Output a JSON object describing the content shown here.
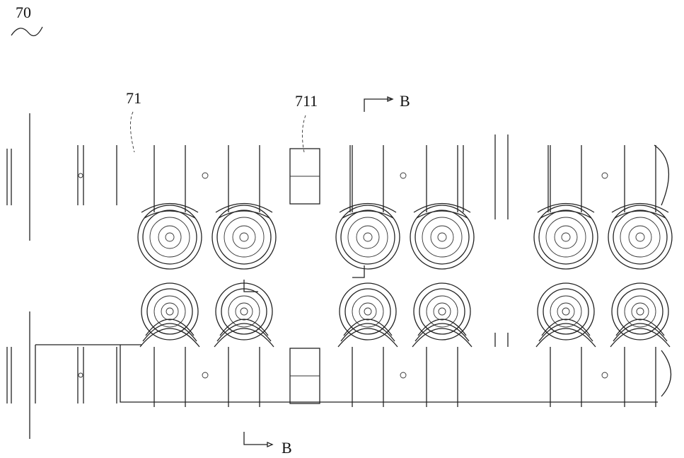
{
  "figure": {
    "reference_main": "70",
    "reference_roller_assembly": "71",
    "reference_spacer": "711",
    "section_label_top": "B",
    "section_label_bottom": "B"
  }
}
